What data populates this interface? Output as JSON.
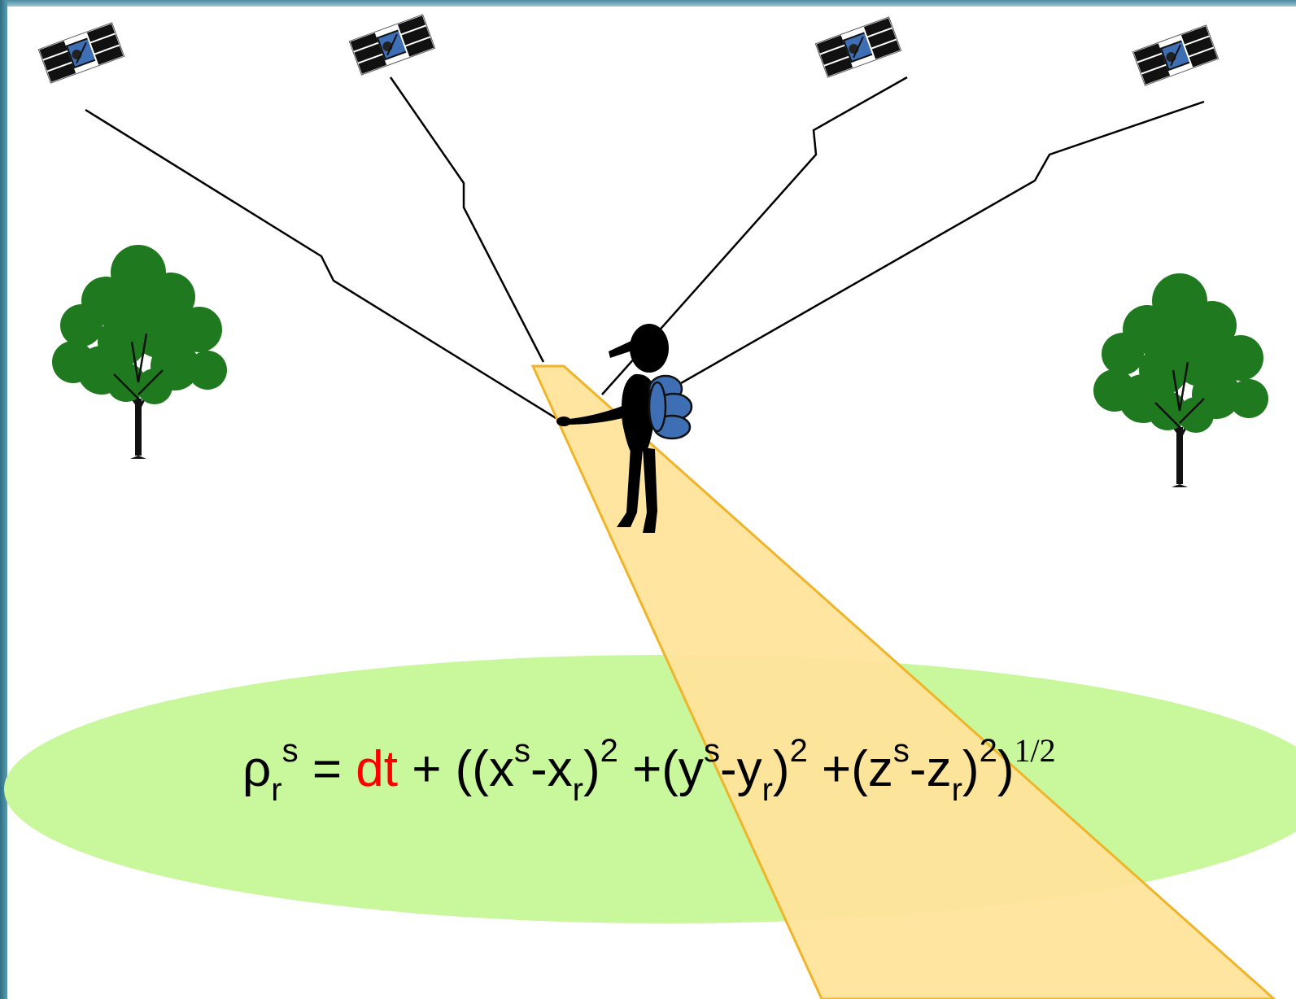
{
  "equation": {
    "rho": "ρ",
    "rho_sub": "r",
    "rho_sup": "s",
    "equals": " = ",
    "clock_term": "dt",
    "after_clock": " + ((x",
    "x_sup": "s",
    "x_mid": "-x",
    "x_sub": "r",
    "x_close": ")",
    "x_pow": "2",
    "y_open": " +(y",
    "y_sup": "s",
    "y_mid": "-y",
    "y_sub": "r",
    "y_close": ")",
    "y_pow": "2",
    "z_open": " +(z",
    "z_sup": "s",
    "z_mid": "-z",
    "z_sub": "r",
    "z_close": ")",
    "z_pow": "2",
    "final_close": ")",
    "exponent": "1/2"
  },
  "colors": {
    "accent_bar": "#2f6f86",
    "path": "#ffe49a",
    "path_edge": "#f0b429",
    "field": "#c8f79c",
    "tree": "#1f7a1f",
    "satellite": "#3e6fb5",
    "clock_term": "#ff0000"
  },
  "icons": [
    "satellite-icon",
    "tree-icon",
    "hiker-icon"
  ]
}
